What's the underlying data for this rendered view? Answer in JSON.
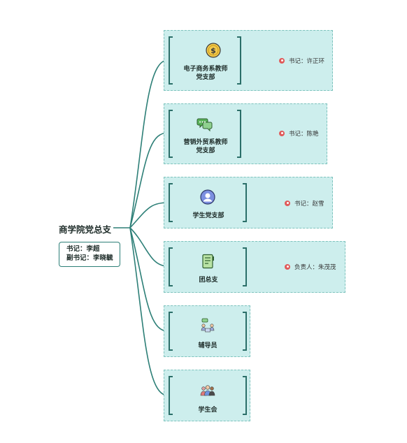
{
  "root": {
    "title": "商学院党总支",
    "secretary": "书记：李超",
    "deputy": "副书记：李晓毓"
  },
  "nodes": [
    {
      "line1": "电子商务系教师",
      "line2": "党支部",
      "icon": "coin-icon",
      "role": "书记：许正环"
    },
    {
      "line1": "营销外贸系教师",
      "line2": "党支部",
      "icon": "chat-bubbles-icon",
      "role": "书记：陈艳"
    },
    {
      "line1": "学生党支部",
      "line2": "",
      "icon": "user-avatar-icon",
      "role": "书记：赵雪"
    },
    {
      "line1": "团总支",
      "line2": "",
      "icon": "notebook-icon",
      "role": "负责人：朱茂茂"
    },
    {
      "line1": "辅导员",
      "line2": "",
      "icon": "meeting-icon",
      "role": ""
    },
    {
      "line1": "学生会",
      "line2": "",
      "icon": "group-icon",
      "role": ""
    }
  ],
  "colors": {
    "connector": "#2d7f77",
    "card_fill": "#cdeeed",
    "card_border": "#7ec3bd",
    "pin": "#e05a5a"
  }
}
